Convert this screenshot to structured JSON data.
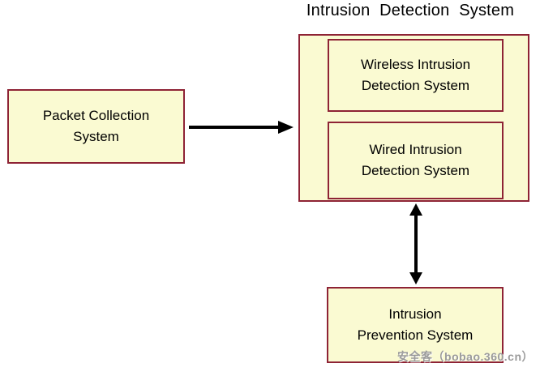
{
  "title": "Intrusion Detection System",
  "boxes": {
    "packet_collection": {
      "label": "Packet Collection\nSystem"
    },
    "wireless_ids": {
      "label": "Wireless Intrusion\nDetection System"
    },
    "wired_ids": {
      "label": "Wired Intrusion\nDetection System"
    },
    "intrusion_prevention": {
      "label": "Intrusion\nPrevention System"
    }
  },
  "connectors": {
    "packet_to_ids": "right-arrow",
    "ids_to_ips": "double-headed-vertical-arrow"
  },
  "watermark": "安全客（bobao.360.cn）",
  "colors": {
    "background": "#FFFFFF",
    "box_fill": "#FAFAD2",
    "box_border": "#8E2335",
    "arrow": "#000000",
    "watermark_gray": "#9B9B9B"
  }
}
